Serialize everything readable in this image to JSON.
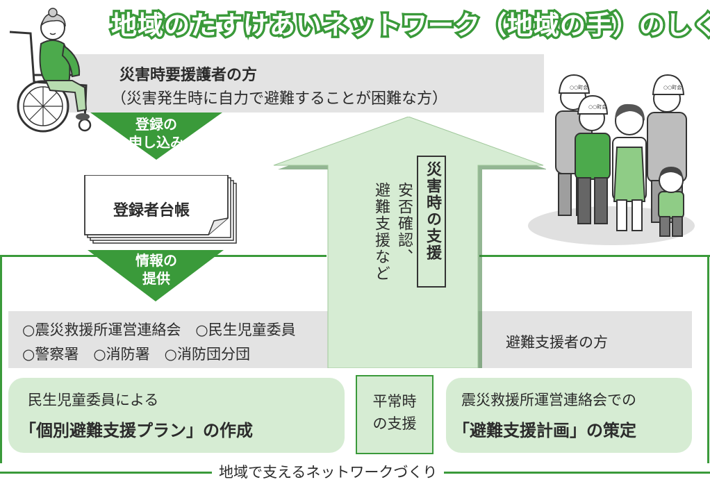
{
  "title": "地域のたすけあいネットワーク（地域の手）のしくみ",
  "helper": {
    "title": "災害時要援護者の方",
    "subtitle": "（災害発生時に自力で避難することが困難な方）"
  },
  "registration": {
    "line1": "登録の",
    "line2": "申し込み"
  },
  "ledger": "登録者台帳",
  "info": {
    "line1": "情報の",
    "line2": "提供"
  },
  "organizations": {
    "row1": "○震災救援所運営連絡会　○民生児童委員",
    "row2": "○警察署　○消防署　○消防団分団"
  },
  "evacuee_supporter": "避難支援者の方",
  "disaster_support": {
    "heading": "災害時の支援",
    "detail_col1": "安否確認、",
    "detail_col2": "避難支援など"
  },
  "plan_left": {
    "sub": "民生児童委員による",
    "main": "「個別避難支援プラン」の作成"
  },
  "normal_time": {
    "line1": "平常時",
    "line2": "の支援"
  },
  "plan_right": {
    "sub": "震災救援所運営連絡会での",
    "main": "「避難支援計画」の策定"
  },
  "footer": "地域で支えるネットワークづくり",
  "helmet_text": "○○町会",
  "colors": {
    "green": "#3a9a3a",
    "light_green": "#d6ecd3",
    "gray": "#e3e3e3"
  }
}
